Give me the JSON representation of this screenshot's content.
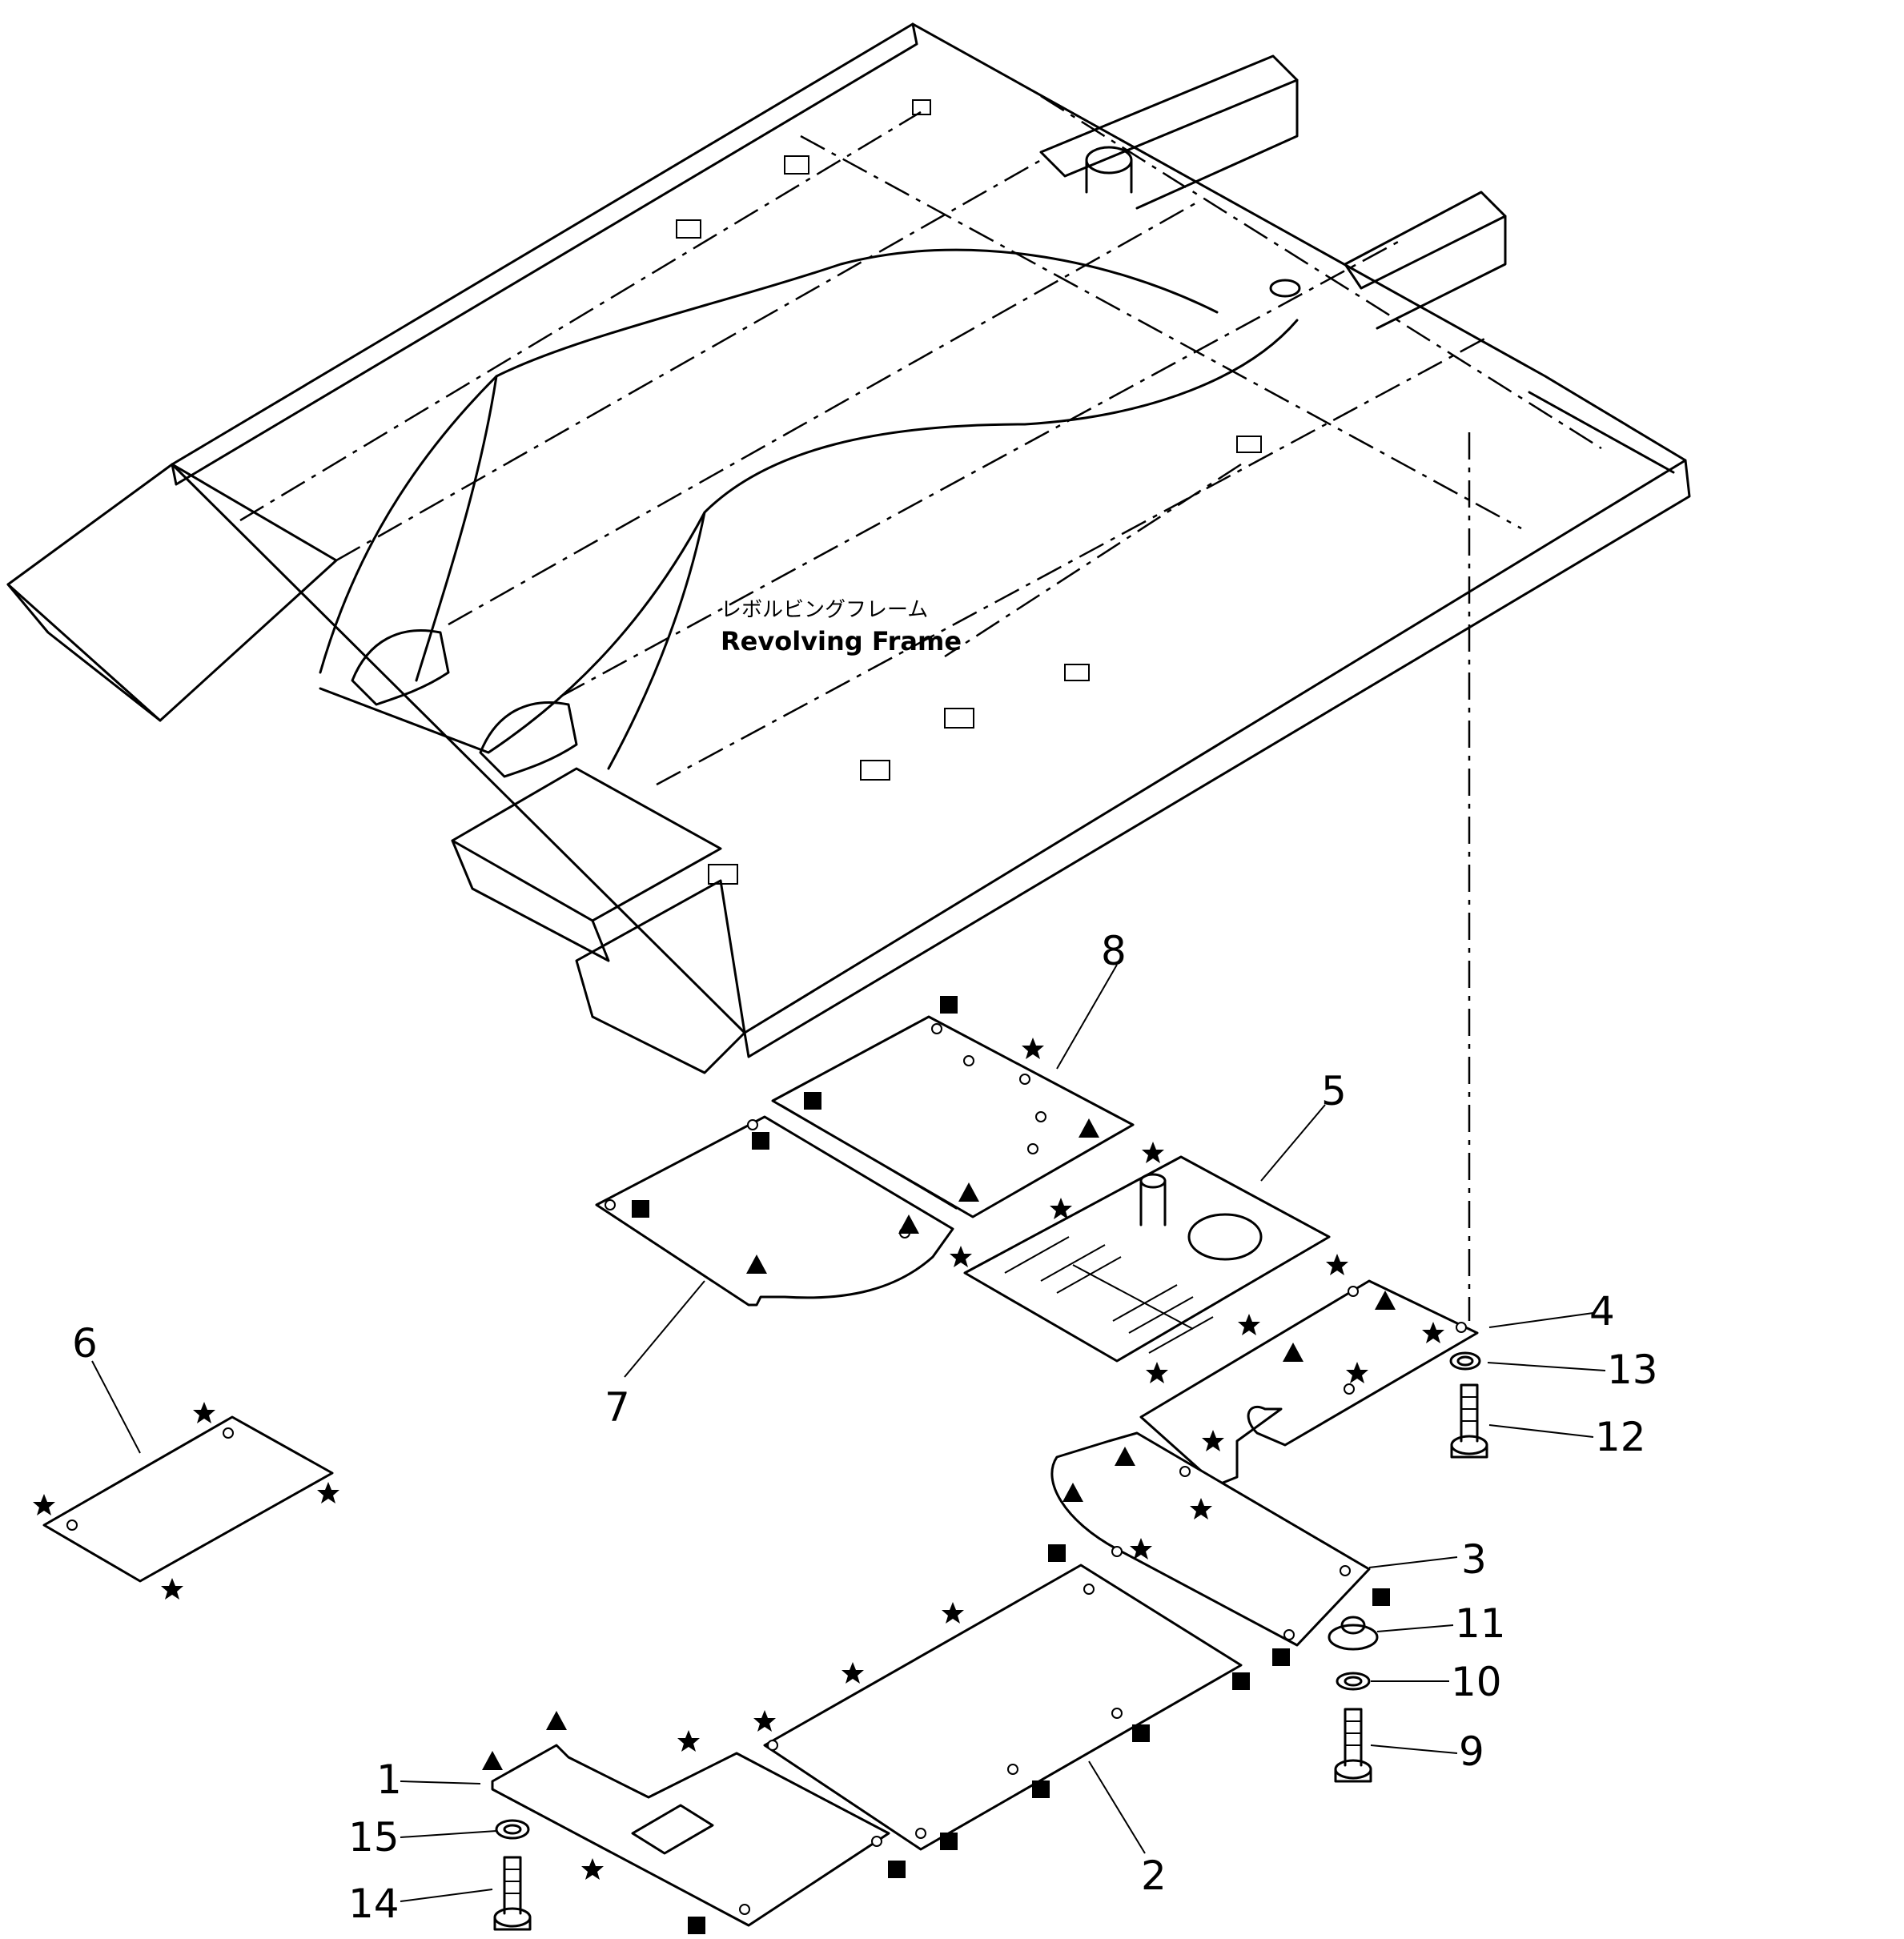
{
  "frame": {
    "label_jp": "レボルビングフレーム",
    "label_en": "Revolving Frame"
  },
  "callouts": [
    "1",
    "2",
    "3",
    "4",
    "5",
    "6",
    "7",
    "8",
    "9",
    "10",
    "11",
    "12",
    "13",
    "14",
    "15"
  ],
  "icons": {
    "star": "star-marker-icon",
    "square": "square-marker-icon",
    "triangle": "triangle-marker-icon"
  }
}
